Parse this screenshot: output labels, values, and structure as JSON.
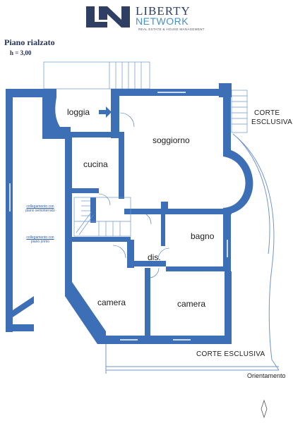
{
  "logo": {
    "name": "LIBERTY",
    "network": "NETWORK",
    "tagline": "REAL ESTATE & HOUSE MANAGEMENT"
  },
  "header": {
    "title": "Piano rialzato",
    "height": "h = 3,00"
  },
  "rooms": {
    "loggia": "loggia",
    "soggiorno": "soggiorno",
    "cucina": "cucina",
    "bagno": "bagno",
    "dis": "dis.",
    "camera_left": "camera",
    "camera_right": "camera"
  },
  "labels": {
    "corte_top_1": "CORTE",
    "corte_top_2": "ESCLUSIVA",
    "corte_bottom": "CORTE ESCLUSIVA",
    "orientamento": "Orientamento"
  },
  "notes": {
    "seminterrato_1": "collegamento con",
    "seminterrato_2": "piano seminterrato",
    "primo_1": "collegamento con",
    "primo_2": "piano primo"
  },
  "colors": {
    "wall": "#3c6fb5",
    "line": "#5a86c4",
    "text": "#1c1c1c"
  }
}
